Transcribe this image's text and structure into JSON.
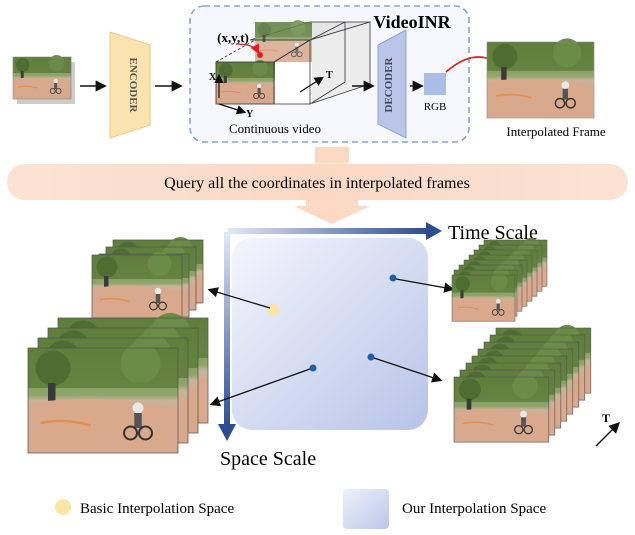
{
  "pipeline": {
    "encoder_label": "ENCODER",
    "decoder_label": "DECODER",
    "model_title": "VideoINR",
    "coord_label": "(x,y,t)",
    "axis_x": "X",
    "axis_y": "Y",
    "axis_t": "T",
    "continuous_video_label": "Continuous video",
    "rgb_label": "RGB",
    "interpolated_frame_label": "Interpolated Frame"
  },
  "query_banner": {
    "text": "Query all the coordinates in interpolated frames"
  },
  "scales": {
    "time_scale_label": "Time Scale",
    "space_scale_label": "Space Scale",
    "corner_t_label": "T"
  },
  "legend": {
    "basic_label": "Basic Interpolation Space",
    "ours_label": "Our Interpolation Space"
  },
  "colors": {
    "encoder_fill": "#fbe3b0",
    "decoder_fill": "#b9c6ea",
    "dashed_border": "#8aa2d6",
    "banner_fill": "#fbe2d2",
    "arrow_down_fill": "#fbd9c3",
    "space_fill": "#c6d1ee",
    "axis_blue": "#2c4d8e",
    "basic_dot": "#fbe6a6",
    "our_dot": "#1f5fa8",
    "interp_arrow": "#e02020",
    "rgb_square": "#a9bde6"
  }
}
